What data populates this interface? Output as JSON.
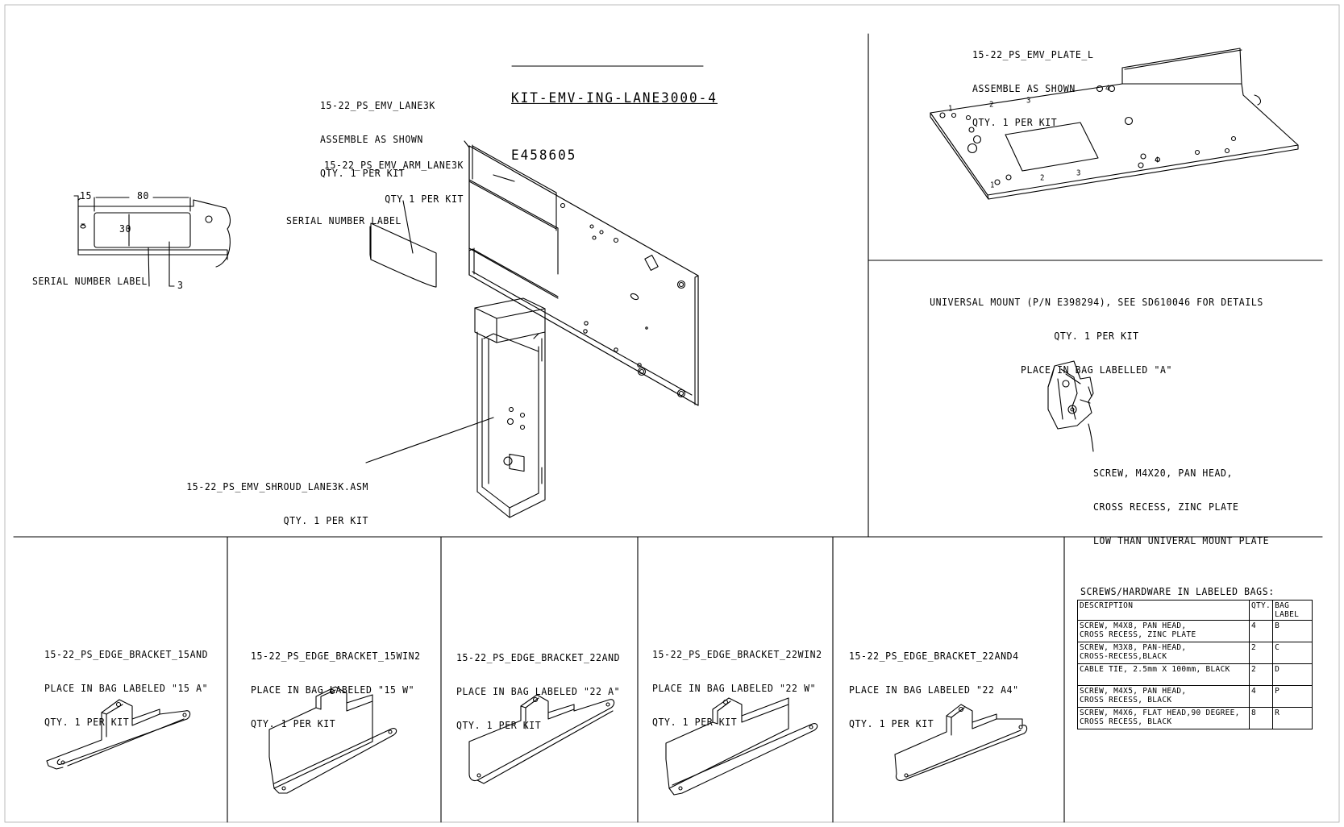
{
  "kit": {
    "title": "KIT-EMV-ING-LANE3000-4",
    "part_number": "E458605"
  },
  "lane_assembly": {
    "name": "15-22_PS_EMV_LANE3K",
    "note": "ASSEMBLE AS SHOWN",
    "qty": "QTY. 1 PER KIT"
  },
  "arm": {
    "name": "15-22_PS_EMV_ARM_LANE3K",
    "qty": "QTY 1 PER KIT"
  },
  "serial_label": {
    "callout": "SERIAL NUMBER LABEL",
    "detail_callout": "SERIAL NUMBER LABEL",
    "dims": {
      "offset": "15",
      "width": "80",
      "height": "30",
      "edge": "3"
    }
  },
  "shroud": {
    "name": "15-22_PS_EMV_SHROUD_LANE3K.ASM",
    "qty": "QTY. 1 PER KIT"
  },
  "plate": {
    "name": "15-22_PS_EMV_PLATE_L",
    "note": "ASSEMBLE AS SHOWN",
    "qty": "QTY. 1 PER KIT",
    "hole_labels": [
      "1",
      "2",
      "3",
      "4",
      "1",
      "2",
      "3",
      "4"
    ]
  },
  "universal_mount": {
    "line1": "UNIVERSAL MOUNT (P/N E398294), SEE SD610046 FOR DETAILS",
    "line2": "QTY. 1 PER KIT",
    "line3": "PLACE IN BAG LABELLED \"A\"",
    "screw_note": [
      "SCREW, M4X20, PAN HEAD,",
      "CROSS RECESS, ZINC PLATE",
      "LOW THAN UNIVERAL MOUNT PLATE"
    ]
  },
  "brackets": [
    {
      "name": "15-22_PS_EDGE_BRACKET_15AND",
      "bag": "PLACE IN BAG LABELED \"15 A\"",
      "qty": "QTY. 1 PER KIT"
    },
    {
      "name": "15-22_PS_EDGE_BRACKET_15WIN2",
      "bag": "PLACE IN BAG LABELED \"15 W\"",
      "qty": "QTY. 1 PER KIT"
    },
    {
      "name": "15-22_PS_EDGE_BRACKET_22AND",
      "bag": "PLACE IN BAG LABELED \"22 A\"",
      "qty": "QTY. 1 PER KIT"
    },
    {
      "name": "15-22_PS_EDGE_BRACKET_22WIN2",
      "bag": "PLACE IN BAG LABELED \"22 W\"",
      "qty": "QTY. 1 PER KIT"
    },
    {
      "name": "15-22_PS_EDGE_BRACKET_22AND4",
      "bag": "PLACE IN BAG LABELED \"22 A4\"",
      "qty": "QTY. 1 PER KIT"
    }
  ],
  "hardware": {
    "heading": "SCREWS/HARDWARE IN LABELED BAGS:",
    "columns": [
      "DESCRIPTION",
      "QTY.",
      "BAG LABEL"
    ],
    "rows": [
      {
        "desc1": "SCREW, M4X8, PAN HEAD,",
        "desc2": "CROSS RECESS, ZINC PLATE",
        "qty": "4",
        "bag": "B"
      },
      {
        "desc1": "SCREW, M3X8, PAN-HEAD,",
        "desc2": "CROSS-RECESS,BLACK",
        "qty": "2",
        "bag": "C"
      },
      {
        "desc1": "CABLE TIE, 2.5mm X 100mm, BLACK",
        "desc2": "",
        "qty": "2",
        "bag": "D"
      },
      {
        "desc1": "SCREW, M4X5, PAN HEAD,",
        "desc2": "CROSS RECESS, BLACK",
        "qty": "4",
        "bag": "P"
      },
      {
        "desc1": "SCREW, M4X6, FLAT HEAD,90 DEGREE,",
        "desc2": "CROSS RECESS, BLACK",
        "qty": "8",
        "bag": "R"
      }
    ]
  }
}
